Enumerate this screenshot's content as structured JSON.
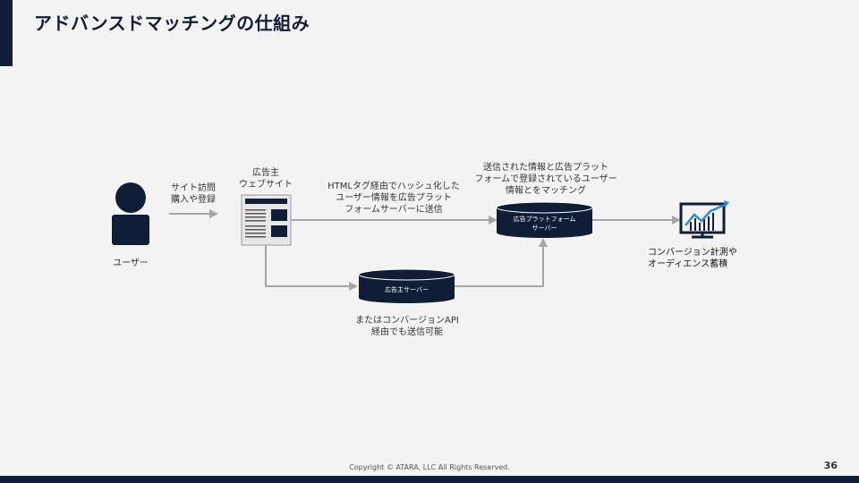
{
  "title": "アドバンスドマッチングの仕組み",
  "labels": {
    "user": "ユーザー",
    "visit_line1": "サイト訪問",
    "visit_line2": "購入や登録",
    "advertiser_site_line1": "広告主",
    "advertiser_site_line2": "ウェブサイト",
    "send_line1": "HTMLタグ経由でハッシュ化した",
    "send_line2": "ユーザー情報を広告プラット",
    "send_line3": "フォームサーバーに送信",
    "match_line1": "送信された情報と広告プラット",
    "match_line2": "フォームで登録されているユーザー",
    "match_line3": "情報とをマッチング",
    "platform_server_line1": "広告プラットフォーム",
    "platform_server_line2": "サーバー",
    "advertiser_server": "広告主サーバー",
    "api_line1": "またはコンバージョンAPI",
    "api_line2": "経由でも送信可能",
    "result_line1": "コンバージョン計測や",
    "result_line2": "オーディエンス蓄積"
  },
  "footer": {
    "copyright": "Copyright © ATARA, LLC All Rights Reserved.",
    "page": "36"
  },
  "colors": {
    "navy": "#0f1e36",
    "arrow": "#a6a6a6",
    "chart_line": "#2e8bd8"
  }
}
